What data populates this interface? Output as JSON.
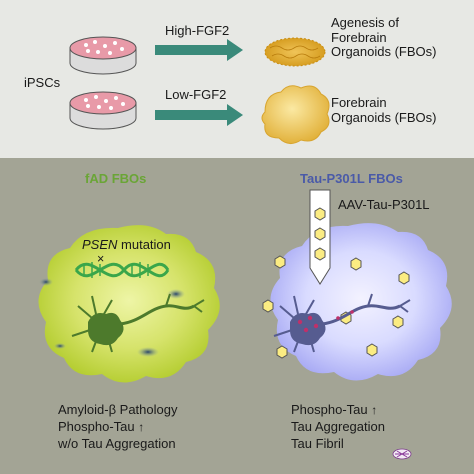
{
  "top": {
    "ipscs_label": "iPSCs",
    "high_condition": "High-FGF2",
    "low_condition": "Low-FGF2",
    "high_result": [
      "Agenesis of",
      "Forebrain",
      "Organoids (FBOs)"
    ],
    "low_result": [
      "Forebrain",
      "Organoids (FBOs)"
    ]
  },
  "left": {
    "title": "fAD FBOs",
    "mutation_gene": "PSEN",
    "mutation_rest": " mutation",
    "mutation_mark": "×",
    "outcomes": [
      "Amyloid-β Pathology",
      "Phospho-Tau",
      "w/o Tau Aggregation"
    ],
    "up_arrow": "↑"
  },
  "right": {
    "title": "Tau-P301L FBOs",
    "vector_label": "AAV-Tau-P301L",
    "outcomes": [
      "Phospho-Tau",
      "Tau Aggregation",
      "Tau Fibril"
    ],
    "up_arrow": "↑"
  },
  "colors": {
    "top_bg": "#e7e8e4",
    "bottom_bg": "#a3a495",
    "arrow": "#3a8a7a",
    "fad_green": "#6aa536",
    "tau_blue": "#4a5aa8"
  }
}
